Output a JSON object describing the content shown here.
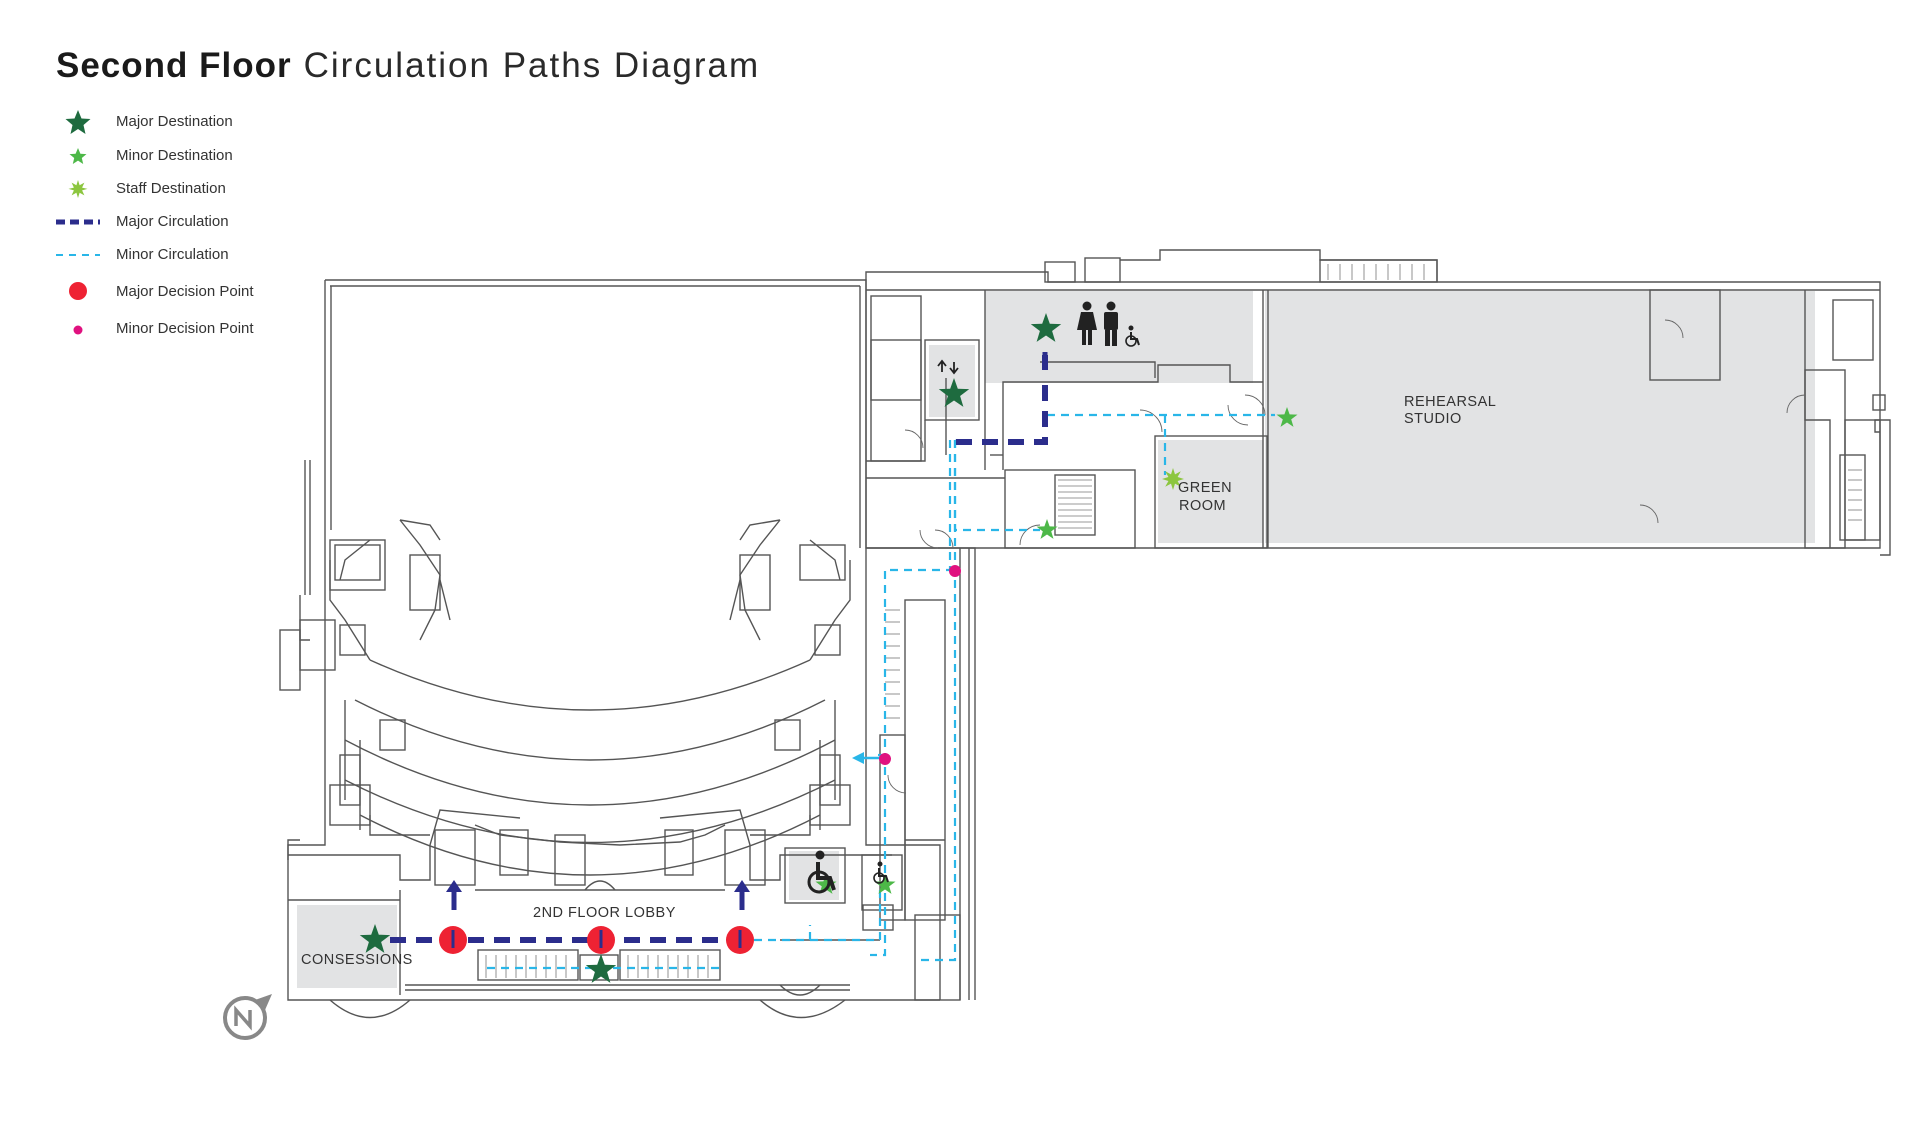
{
  "title": {
    "bold": "Second Floor",
    "light": "Circulation Paths Diagram"
  },
  "legend": [
    {
      "label": "Major Destination",
      "symbol": "major-star"
    },
    {
      "label": "Minor Destination",
      "symbol": "minor-star"
    },
    {
      "label": "Staff Destination",
      "symbol": "staff-star"
    },
    {
      "label": "Major Circulation",
      "symbol": "major-dash"
    },
    {
      "label": "Minor Circulation",
      "symbol": "minor-dash"
    },
    {
      "label": "Major Decision Point",
      "symbol": "major-dot"
    },
    {
      "label": "Minor Decision Point",
      "symbol": "minor-dot"
    }
  ],
  "rooms": {
    "rehearsal_line1": "REHEARSAL",
    "rehearsal_line2": "STUDIO",
    "green_line1": "GREEN",
    "green_line2": "ROOM",
    "lobby": "2ND FLOOR LOBBY",
    "concessions": "CONSESSIONS"
  },
  "colors": {
    "major_destination": "#1e6b3f",
    "minor_destination": "#4db848",
    "staff_destination": "#8cc63f",
    "major_circulation": "#2b2d8c",
    "minor_circulation": "#29b6e8",
    "major_decision": "#ee2233",
    "minor_decision": "#e0117f",
    "room_fill": "#e2e3e4",
    "wall": "#555555"
  },
  "icons": [
    "restroom-icon",
    "elevator-icon",
    "wheelchair-icon",
    "north-arrow-icon"
  ]
}
